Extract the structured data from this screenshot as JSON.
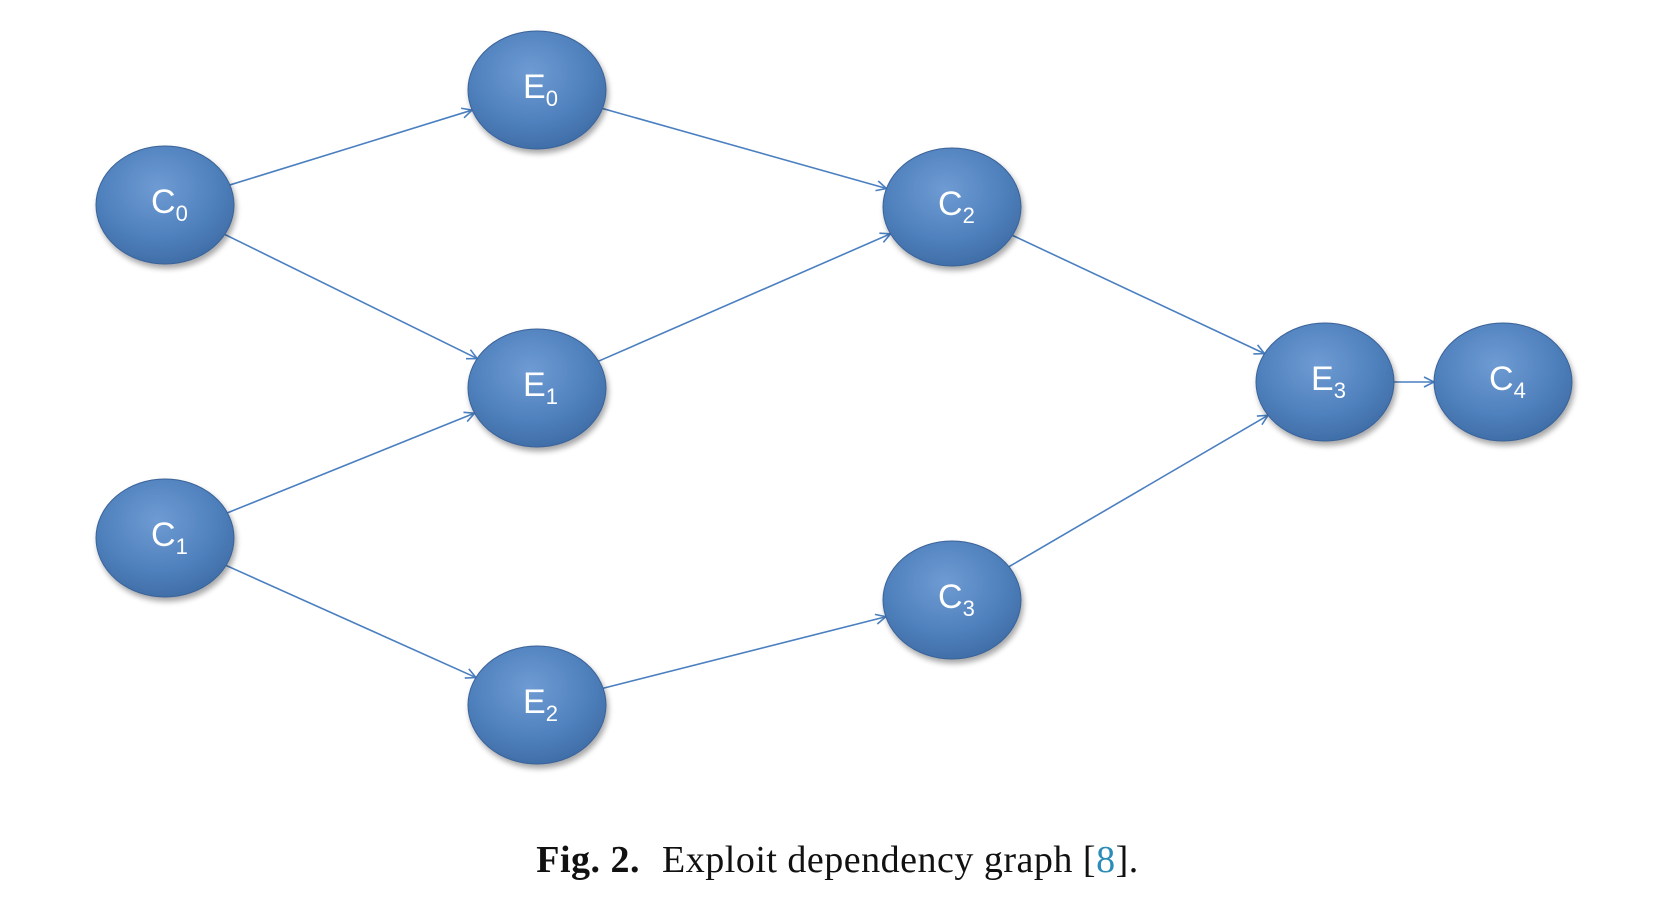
{
  "diagram": {
    "nodes": [
      {
        "id": "C0",
        "letter": "C",
        "sub": "0"
      },
      {
        "id": "C1",
        "letter": "C",
        "sub": "1"
      },
      {
        "id": "E0",
        "letter": "E",
        "sub": "0"
      },
      {
        "id": "E1",
        "letter": "E",
        "sub": "1"
      },
      {
        "id": "E2",
        "letter": "E",
        "sub": "2"
      },
      {
        "id": "C2",
        "letter": "C",
        "sub": "2"
      },
      {
        "id": "C3",
        "letter": "C",
        "sub": "3"
      },
      {
        "id": "E3",
        "letter": "E",
        "sub": "3"
      },
      {
        "id": "C4",
        "letter": "C",
        "sub": "4"
      }
    ],
    "edges": [
      {
        "from": "C0",
        "to": "E0"
      },
      {
        "from": "C0",
        "to": "E1"
      },
      {
        "from": "C1",
        "to": "E1"
      },
      {
        "from": "C1",
        "to": "E2"
      },
      {
        "from": "E0",
        "to": "C2"
      },
      {
        "from": "E1",
        "to": "C2"
      },
      {
        "from": "E2",
        "to": "C3"
      },
      {
        "from": "C2",
        "to": "E3"
      },
      {
        "from": "C3",
        "to": "E3"
      },
      {
        "from": "E3",
        "to": "C4"
      }
    ],
    "colors": {
      "node_fill": "#4f81bd",
      "node_highlight": "#7aa3d6",
      "node_shadow": "#3a6298",
      "edge": "#4a7fc0",
      "label": "#ffffff"
    }
  },
  "caption": {
    "label": "Fig. 2.",
    "text": "Exploit dependency graph [",
    "ref": "8",
    "end": "]."
  }
}
